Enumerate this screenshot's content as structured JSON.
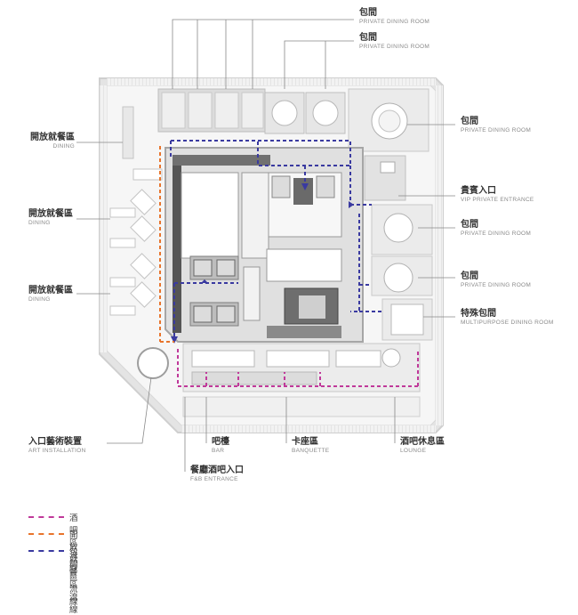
{
  "labels": {
    "pdr_top1": {
      "cn": "包間",
      "en": "PRIVATE DINING ROOM"
    },
    "pdr_top2": {
      "cn": "包間",
      "en": "PRIVATE DINING ROOM"
    },
    "pdr_right1": {
      "cn": "包間",
      "en": "PRIVATE DINING ROOM"
    },
    "vip": {
      "cn": "貴賓入口",
      "en": "VIP PRIVATE ENTRANCE"
    },
    "pdr_right2": {
      "cn": "包間",
      "en": "PRIVATE DINING ROOM"
    },
    "pdr_right3": {
      "cn": "包間",
      "en": "PRIVATE DINING ROOM"
    },
    "multipurpose": {
      "cn": "特殊包間",
      "en": "MULTIPURPOSE DINING ROOM"
    },
    "dining1": {
      "cn": "開放就餐區",
      "en": "DINING"
    },
    "dining2": {
      "cn": "開放就餐區",
      "en": "DINING"
    },
    "dining3": {
      "cn": "開放就餐區",
      "en": "DINING"
    },
    "art": {
      "cn": "入口藝術裝置",
      "en": "ART INSTALLATION"
    },
    "bar": {
      "cn": "吧檯",
      "en": "BAR"
    },
    "banquette": {
      "cn": "卡座區",
      "en": "BANQUETTE"
    },
    "lounge": {
      "cn": "酒吧休息區",
      "en": "LOUNGE"
    },
    "fb": {
      "cn": "餐廳酒吧入口",
      "en": "F&B ENTRANCE"
    }
  },
  "legend": [
    {
      "label": "酒吧區流線",
      "color": "#c0399a"
    },
    {
      "label": "開放就餐區流線",
      "color": "#e8742b"
    },
    {
      "label": "包間區流線",
      "color": "#3a3aa0"
    }
  ],
  "colors": {
    "bar_flow": "#c0399a",
    "dining_flow": "#e8742b",
    "private_flow": "#3a3aa0"
  }
}
